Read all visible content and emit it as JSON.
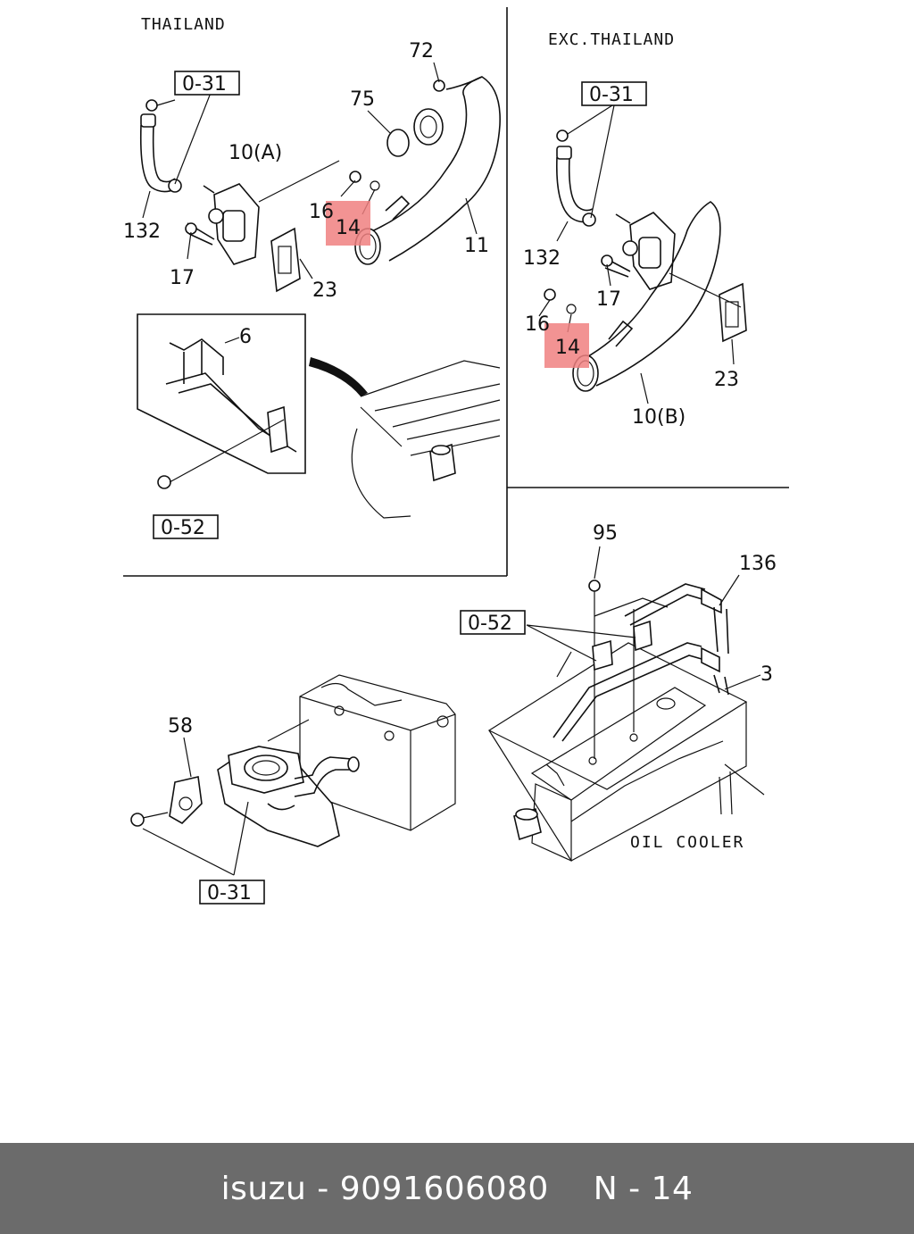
{
  "sections": {
    "thailand": "THAILAND",
    "exc_thailand": "EXC.THAILAND",
    "oil_cooler": "OIL COOLER"
  },
  "refs": {
    "o31": "0-31",
    "o52": "0-52"
  },
  "labels": {
    "p72": "72",
    "p75": "75",
    "p10a": "10(A)",
    "p132": "132",
    "p16": "16",
    "p14": "14",
    "p11": "11",
    "p17": "17",
    "p23": "23",
    "p6": "6",
    "p10b": "10(B)",
    "p95": "95",
    "p136": "136",
    "p3": "3",
    "p58": "58"
  },
  "highlight_color": "#f08080",
  "footer": {
    "brand": "isuzu",
    "separator": " - ",
    "part_number": "9091606080",
    "position": "N - 14",
    "background": "#6b6b6b"
  }
}
